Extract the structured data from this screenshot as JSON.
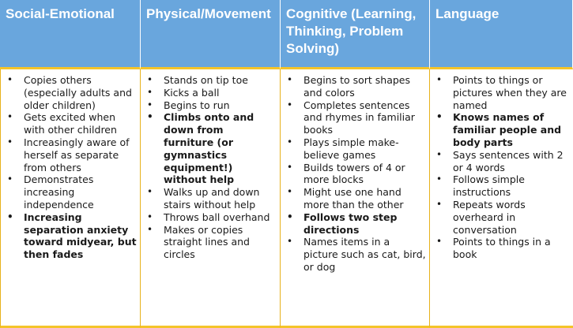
{
  "columns": [
    {
      "header": "Social-Emotional",
      "items": [
        {
          "text": "Copies others (especially adults and older children)",
          "bold": false
        },
        {
          "text": "Gets excited when with other children",
          "bold": false
        },
        {
          "text": "Increasingly aware of herself as separate from others",
          "bold": false
        },
        {
          "text": "Demonstrates increasing independence",
          "bold": false
        },
        {
          "text": "Increasing separation anxiety toward midyear, but then fades",
          "bold": true
        }
      ]
    },
    {
      "header": "Physical/Movement",
      "items": [
        {
          "text": "Stands on tip toe",
          "bold": false
        },
        {
          "text": "Kicks a ball",
          "bold": false
        },
        {
          "text": "Begins to run",
          "bold": false
        },
        {
          "text": "Climbs onto and down from furniture (or gymnastics equipment!) without help",
          "bold": true
        },
        {
          "text": "Walks up and down stairs without help",
          "bold": false
        },
        {
          "text": "Throws ball overhand",
          "bold": false
        },
        {
          "text": "Makes or copies straight lines and circles",
          "bold": false
        }
      ]
    },
    {
      "header": "Cognitive (Learning, Thinking, Problem Solving)",
      "items": [
        {
          "text": "Begins to sort shapes and colors",
          "bold": false
        },
        {
          "text": "Completes sentences and rhymes in familiar books",
          "bold": false
        },
        {
          "text": "Plays simple make-believe games",
          "bold": false
        },
        {
          "text": "Builds towers of 4 or more blocks",
          "bold": false
        },
        {
          "text": "Might use one hand more than the other",
          "bold": false
        },
        {
          "text": "Follows two step directions",
          "bold": true
        },
        {
          "text": "Names items in a picture such as cat, bird, or dog",
          "bold": false
        }
      ]
    },
    {
      "header": "Language",
      "items": [
        {
          "text": "Points to things or pictures when they are named",
          "bold": false
        },
        {
          "text": "Knows names of familiar people and body parts",
          "bold": true
        },
        {
          "text": "Says sentences with 2 or 4 words",
          "bold": false
        },
        {
          "text": "Follows simple instructions",
          "bold": false
        },
        {
          "text": "Repeats words overheard in conversation",
          "bold": false
        },
        {
          "text": "Points to things in a book",
          "bold": false
        }
      ]
    }
  ],
  "bullet": "•",
  "colors": {
    "header_bg": "#69a6dd",
    "divider": "#f4c42a",
    "text": "#1a1a1a"
  }
}
